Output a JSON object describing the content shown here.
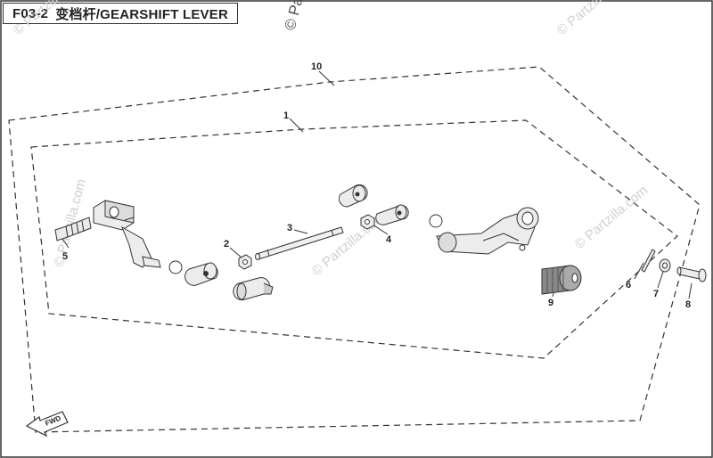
{
  "header": {
    "code": "F03-2",
    "title": "变档杆/GEARSHIFT LEVER"
  },
  "watermark": "© Partzilla.com",
  "direction_label": "FWD",
  "callouts": [
    {
      "id": "1",
      "label": "1"
    },
    {
      "id": "2",
      "label": "2"
    },
    {
      "id": "3",
      "label": "3"
    },
    {
      "id": "4",
      "label": "4"
    },
    {
      "id": "5",
      "label": "5"
    },
    {
      "id": "6",
      "label": "6"
    },
    {
      "id": "7",
      "label": "7"
    },
    {
      "id": "8",
      "label": "8"
    },
    {
      "id": "9",
      "label": "9"
    },
    {
      "id": "10",
      "label": "10"
    }
  ],
  "colors": {
    "line": "#333333",
    "part_fill": "#e8e8e8",
    "part_shade": "#9a9a9a",
    "watermark": "#c8c8c8",
    "background": "#ffffff"
  }
}
